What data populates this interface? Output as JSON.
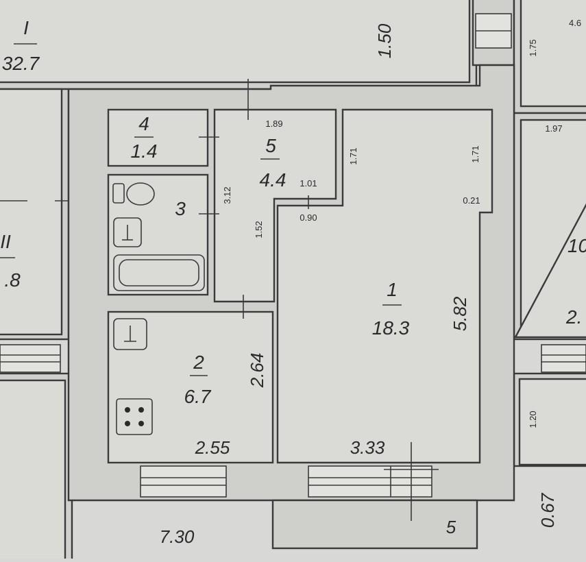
{
  "plan": {
    "neighbors": {
      "top_left_number": "I",
      "top_left_area": "32.7",
      "left_number": "II",
      "left_area": ".8",
      "top_right_area": "4.6",
      "right_number": "10",
      "right_area": "2."
    },
    "rooms": [
      {
        "number": "1",
        "area": "18.3"
      },
      {
        "number": "2",
        "area": "6.7"
      },
      {
        "number": "3",
        "area": ""
      },
      {
        "number": "4",
        "area": "1.4"
      },
      {
        "number": "5",
        "area": "4.4"
      }
    ],
    "dimensions": {
      "top_1_50": "1.50",
      "right_1_75": "1.75",
      "corridor_top_1_89": "1.89",
      "corridor_right_1_71": "1.71",
      "room1_top_1_71": "1.71",
      "d_1_01": "1.01",
      "d_0_90": "0.90",
      "d_0_21": "0.21",
      "d_3_12": "3.12",
      "d_1_52": "1.52",
      "d_5_82": "5.82",
      "d_2_64": "2.64",
      "d_2_55": "2.55",
      "d_3_33": "3.33",
      "d_7_30": "7.30",
      "d_1_97": "1.97",
      "d_1_20": "1.20",
      "d_0_67": "0.67",
      "balcony_5": "5"
    }
  }
}
